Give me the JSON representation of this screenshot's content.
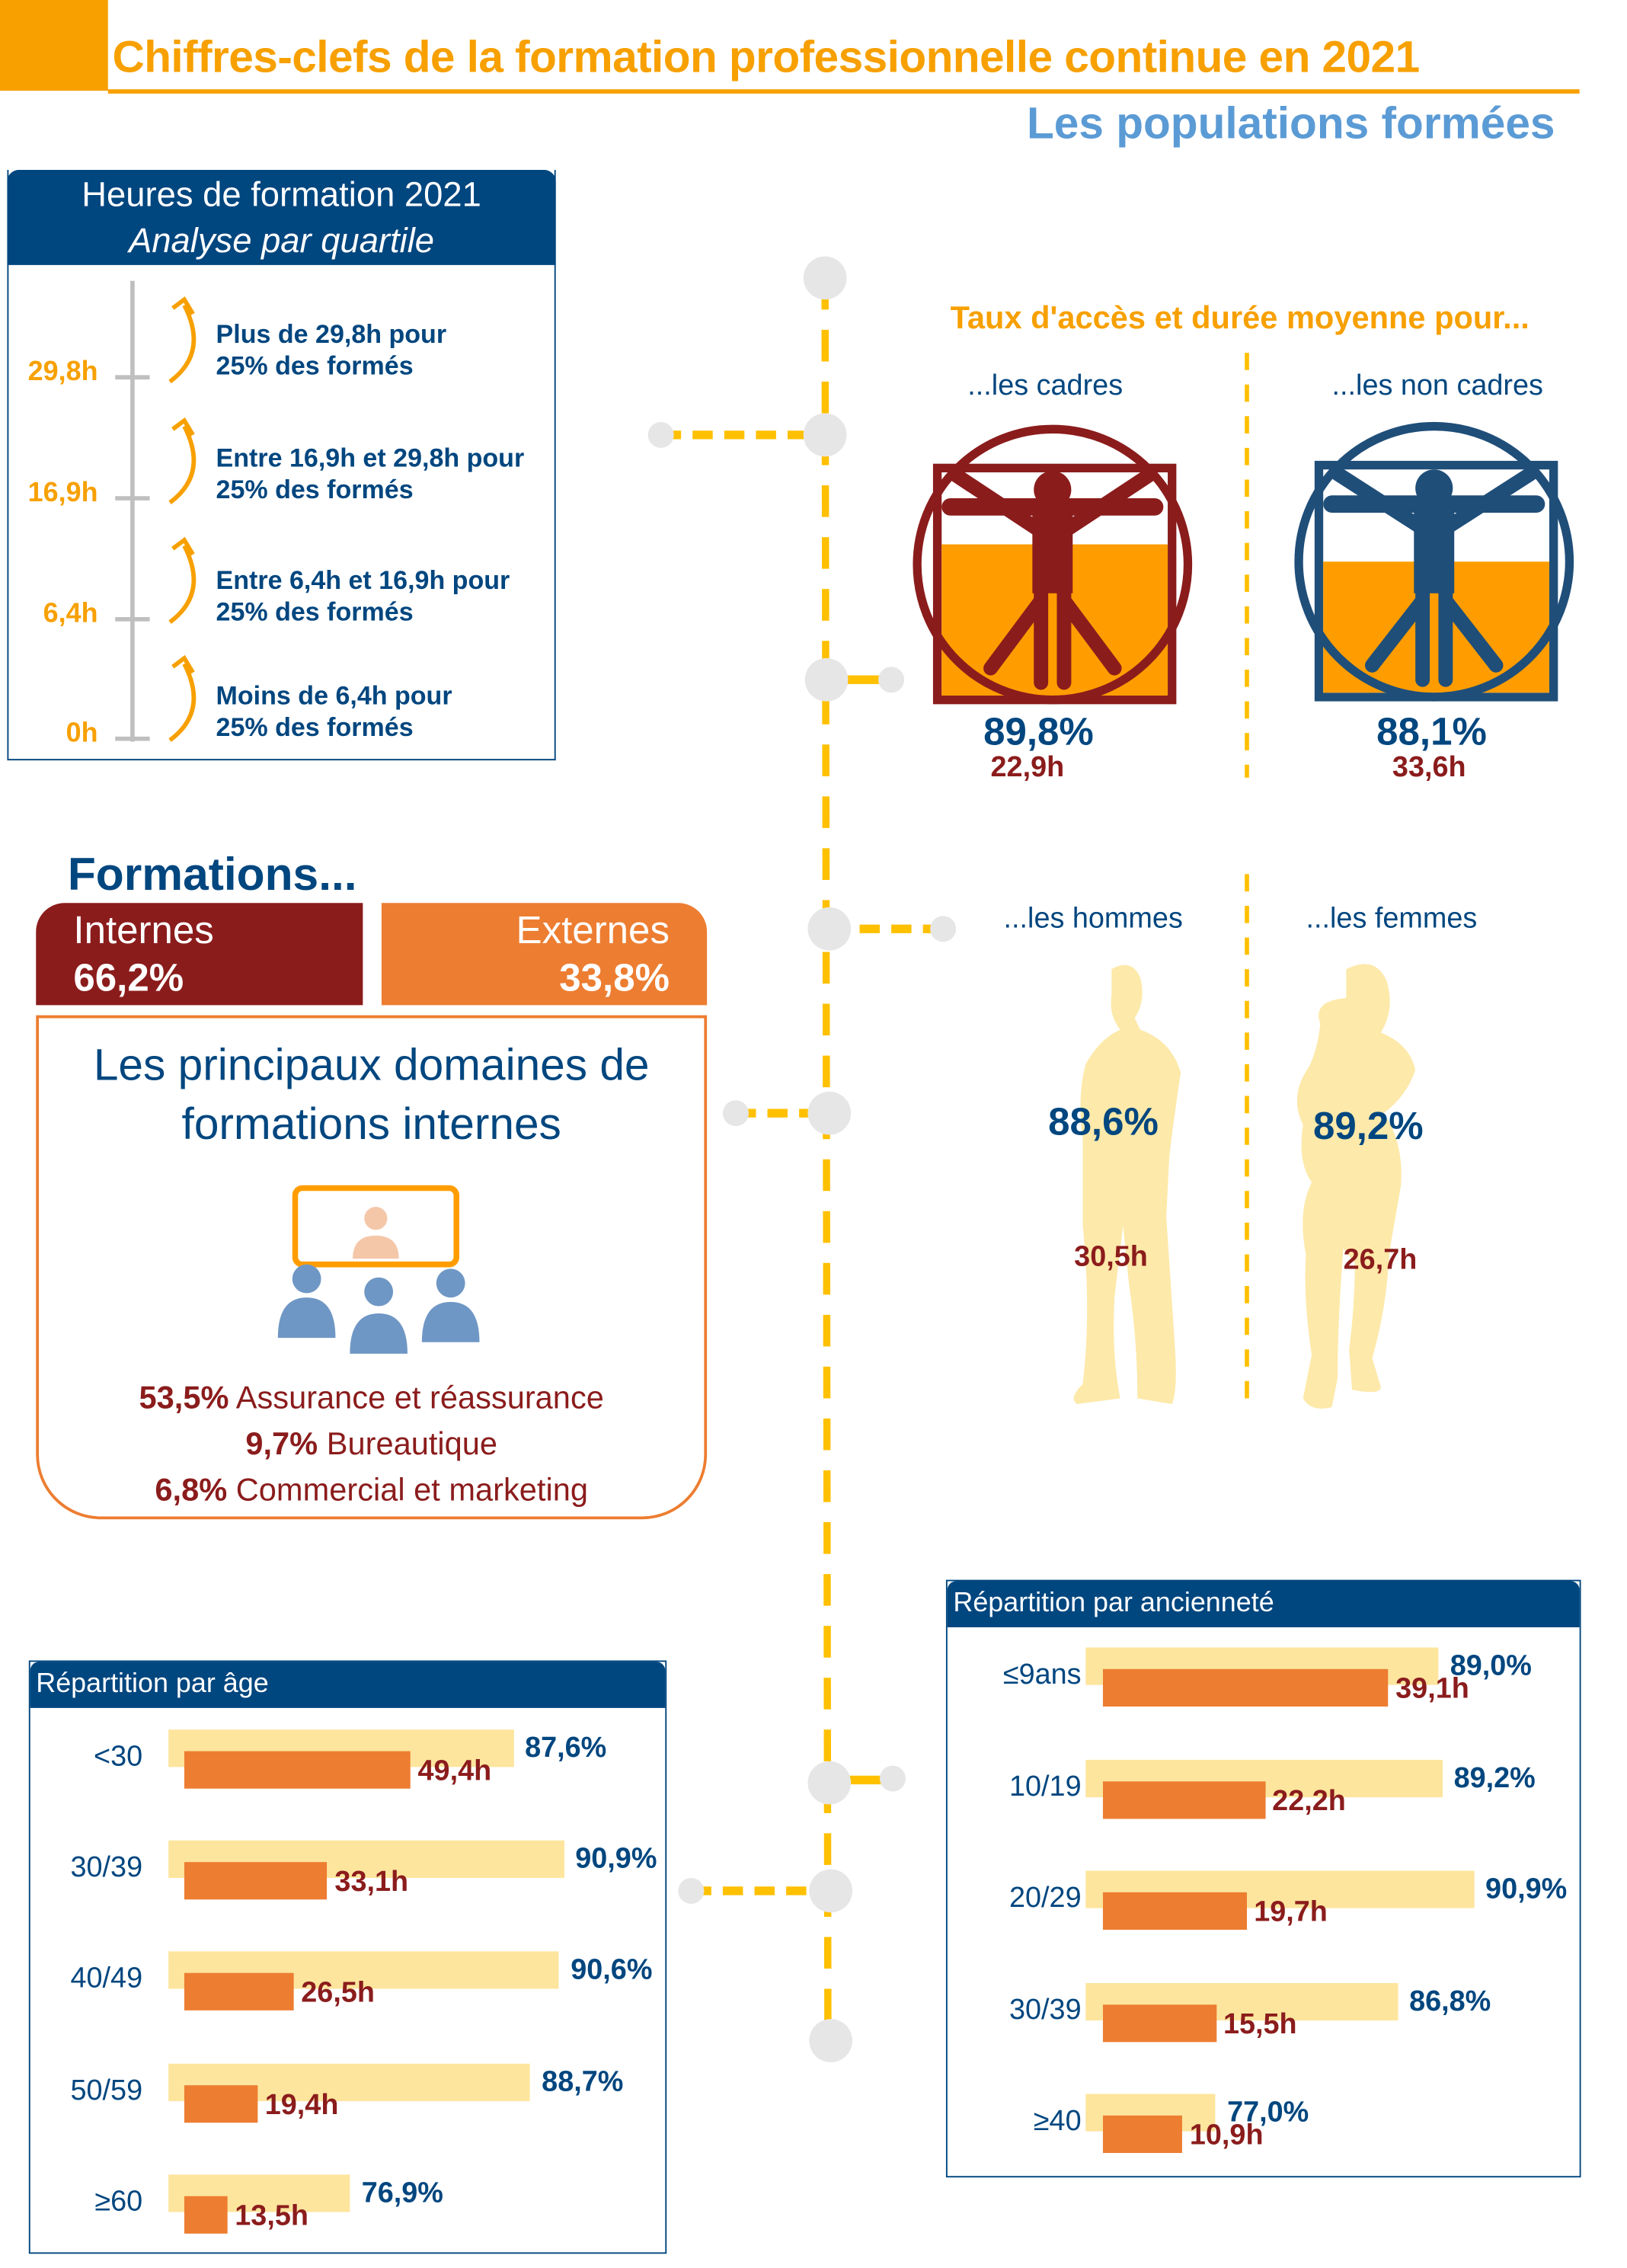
{
  "header": {
    "title": "Chiffres-clefs de la formation professionnelle continue en 2021",
    "subtitle": "Les populations formées",
    "accent": "#f7a000"
  },
  "quartile": {
    "title": "Heures de formation 2021",
    "subtitle": "Analyse par quartile",
    "ticks": [
      "29,8h",
      "16,9h",
      "6,4h",
      "0h"
    ],
    "items": [
      {
        "line1": "Plus de 29,8h pour",
        "line2": "25% des formés"
      },
      {
        "line1": "Entre 16,9h et 29,8h pour",
        "line2": "25% des formés"
      },
      {
        "line1": "Entre 6,4h et 16,9h pour",
        "line2": "25% des formés"
      },
      {
        "line1": "Moins de 6,4h pour",
        "line2": "25% des formés"
      }
    ]
  },
  "access": {
    "title": "Taux d'accès et durée moyenne  pour...",
    "cadres": {
      "label": "...les cadres",
      "rate": "89,8%",
      "hours": "22,9h"
    },
    "non_cadres": {
      "label": "...les non cadres",
      "rate": "88,1%",
      "hours": "33,6h"
    },
    "hommes": {
      "label": "...les hommes",
      "rate": "88,6%",
      "hours": "30,5h"
    },
    "femmes": {
      "label": "...les femmes",
      "rate": "89,2%",
      "hours": "26,7h"
    }
  },
  "formations": {
    "title": "Formations...",
    "internes": {
      "label": "Internes",
      "value": "66,2%"
    },
    "externes": {
      "label": "Externes",
      "value": "33,8%"
    },
    "domains_title": "Les principaux domaines de formations internes",
    "domains": [
      {
        "pct": "53,5%",
        "label": "Assurance et réassurance"
      },
      {
        "pct": "9,7%",
        "label": "Bureautique"
      },
      {
        "pct": "6,8%",
        "label": "Commercial et marketing"
      }
    ]
  },
  "chart_data": [
    {
      "type": "bar",
      "title": "Répartition par âge",
      "categories": [
        "<30",
        "30/39",
        "40/49",
        "50/59",
        "≥60"
      ],
      "series": [
        {
          "name": "Taux d'accès",
          "unit": "%",
          "values": [
            87.6,
            90.9,
            90.6,
            88.7,
            76.9
          ],
          "labels": [
            "87,6%",
            "90,9%",
            "90,6%",
            "88,7%",
            "76,9%"
          ],
          "range": [
            65,
            92
          ]
        },
        {
          "name": "Durée moyenne",
          "unit": "h",
          "values": [
            49.4,
            33.1,
            26.5,
            19.4,
            13.5
          ],
          "labels": [
            "49,4h",
            "33,1h",
            "26,5h",
            "19,4h",
            "13,5h"
          ],
          "range": [
            5,
            50
          ]
        }
      ]
    },
    {
      "type": "bar",
      "title": "Répartition par ancienneté",
      "categories": [
        "≤9ans",
        "10/19",
        "20/29",
        "30/39",
        "≥40"
      ],
      "series": [
        {
          "name": "Taux d'accès",
          "unit": "%",
          "values": [
            89.0,
            89.2,
            90.9,
            86.8,
            77.0
          ],
          "labels": [
            "89,0%",
            "89,2%",
            "90,9%",
            "86,8%",
            "77,0%"
          ],
          "range": [
            70,
            92
          ]
        },
        {
          "name": "Durée moyenne",
          "unit": "h",
          "values": [
            39.1,
            22.2,
            19.7,
            15.5,
            10.9
          ],
          "labels": [
            "39,1h",
            "22,2h",
            "19,7h",
            "15,5h",
            "10,9h"
          ],
          "range": [
            0,
            40
          ]
        }
      ]
    }
  ]
}
